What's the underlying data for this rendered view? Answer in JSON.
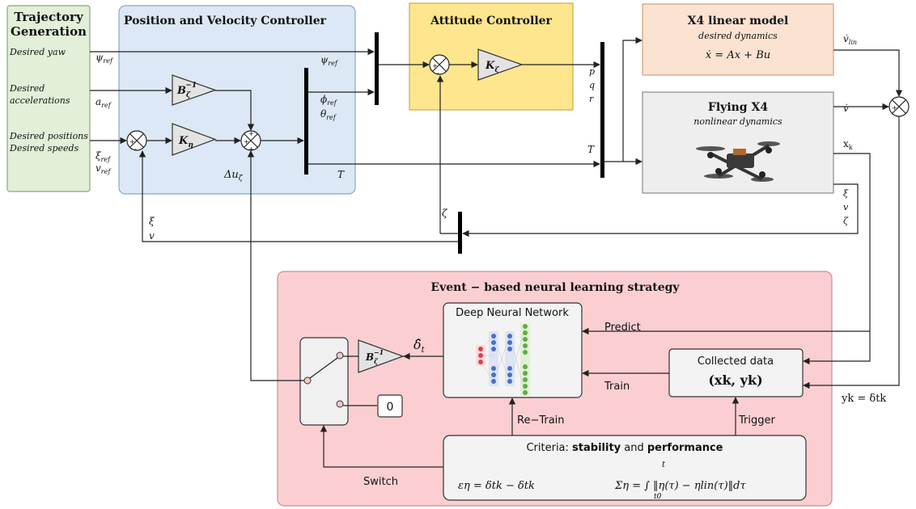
{
  "colors": {
    "trajectory_fill": "#e3efd9",
    "trajectory_stroke": "#8aa878",
    "pv_fill": "#dce8f5",
    "pv_stroke": "#8ca6c4",
    "attitude_fill": "#fde68e",
    "attitude_stroke": "#caa94a",
    "linear_fill": "#fbe2d1",
    "linear_stroke": "#cc9f86",
    "flying_fill": "#eeeeee",
    "flying_stroke": "#8a8a8a",
    "event_fill": "#fbcfd2",
    "event_stroke": "#c88e93",
    "node_red": "#d9434a",
    "node_blue": "#4a6fc8",
    "node_green": "#5fae3e"
  },
  "trajectory": {
    "title_line1": "Trajectory",
    "title_line2": "Generation",
    "desired_yaw": "Desired yaw",
    "desired_acc_line1": "Desired",
    "desired_acc_line2": "accelerations",
    "desired_pos": "Desired positions",
    "desired_speeds": "Desired speeds",
    "psi_ref": "ψ",
    "a_ref": "a",
    "xi_ref": "ξ",
    "v_ref": "v",
    "ref_sub": "ref"
  },
  "pv_controller": {
    "title": "Position and Velocity Controller",
    "b_gain": "B",
    "b_sub": "ζ",
    "b_sup": "−1",
    "k_gain": "K",
    "k_sub": "η",
    "psi": "ψ",
    "phi": "ϕ",
    "theta": "θ",
    "ref_sub": "ref",
    "thrust": "T",
    "delta_u": "Δu",
    "delta_u_sub": "ζ"
  },
  "attitude": {
    "title": "Attitude Controller",
    "k_gain": "K",
    "k_sub": "ζ"
  },
  "mux_outputs": {
    "p": "p",
    "q": "q",
    "r": "r",
    "thrust": "T"
  },
  "linear_model": {
    "title": "X4 linear model",
    "subtitle": "desired dynamics",
    "equation": "ẋ = Ax + Bu",
    "output": "v̇",
    "output_sub": "lin"
  },
  "flying": {
    "title": "Flying X4",
    "subtitle": "nonlinear dynamics",
    "output_vdot": "v̇",
    "output_xk": "x",
    "output_xk_sub": "k",
    "out_xi": "ξ",
    "out_v": "v",
    "out_zeta": "ζ"
  },
  "feedback": {
    "zeta": "ζ",
    "xi": "ξ",
    "v": "v"
  },
  "event": {
    "title": "Event − based neural learning strategy",
    "dnn_label": "Deep Neural Network",
    "delta_hat": "δ̂",
    "delta_hat_sub": "t",
    "b_gain": "B",
    "b_sub": "ζ",
    "b_sup": "−1",
    "zero": "0",
    "predict": "Predict",
    "train": "Train",
    "retrain": "Re−Train",
    "trigger": "Trigger",
    "switch": "Switch",
    "collected_label": "Collected data",
    "collected_value": "(xk, yk)",
    "criteria_prefix": "Criteria: ",
    "criteria_stability": "stability",
    "criteria_and": " and ",
    "criteria_performance": "performance",
    "eps_formula": "εη = δtk − δtk",
    "sigma_formula": "Ση = ∫ ‖η(τ) − ηlin(τ)‖dτ",
    "int_upper": "t",
    "int_lower": "t0",
    "yk_label": "yk = δtk"
  }
}
